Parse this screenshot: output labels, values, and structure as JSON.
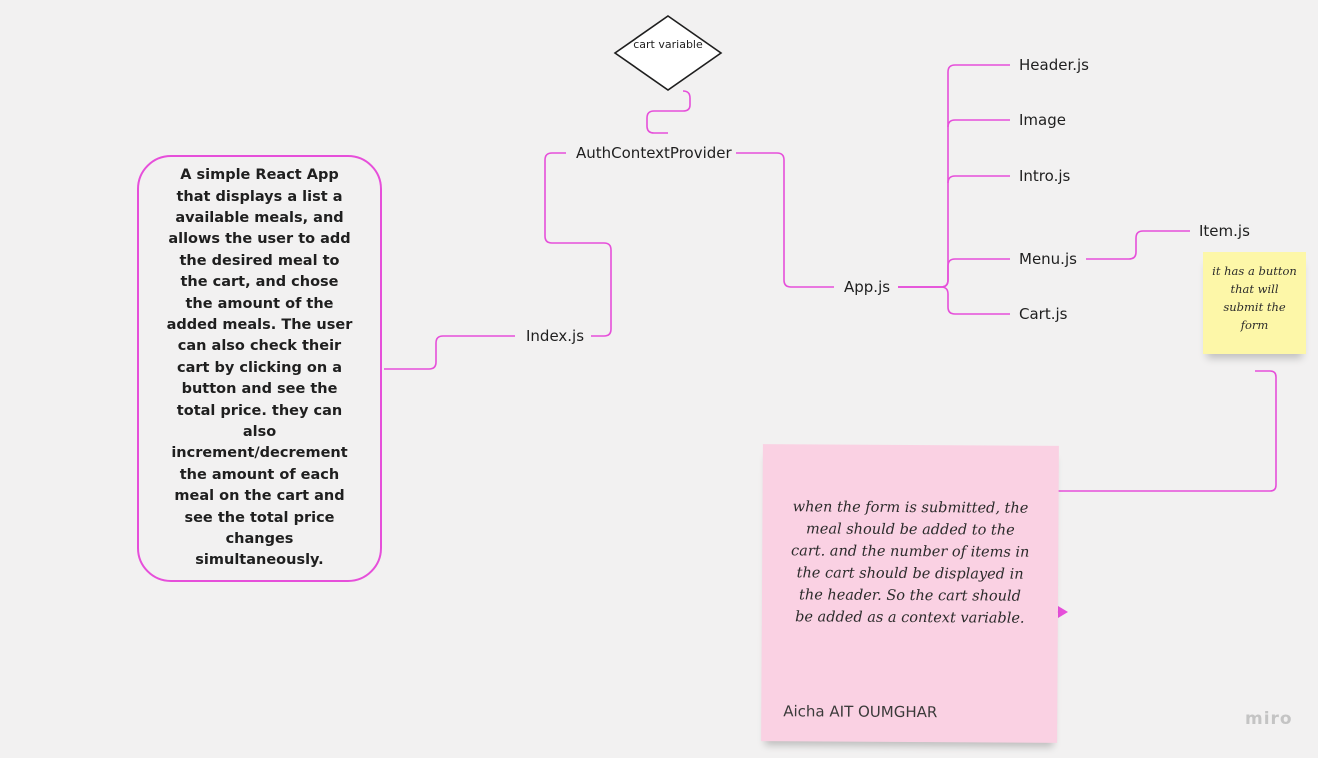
{
  "diagram": {
    "connector_color": "#e64fda",
    "description": "A simple React App that displays a list a available meals, and allows the user to add the desired meal to the cart, and chose the amount of the added meals. The user can also check their cart by clicking on a button and see the total price. they can also increment/decrement the amount of each meal on the cart and see the total price changes simultaneously.",
    "nodes": {
      "index": "Index.js",
      "auth_provider": "AuthContextProvider",
      "app": "App.js",
      "header": "Header.js",
      "image": "Image",
      "intro": "Intro.js",
      "menu": "Menu.js",
      "cart": "Cart.js",
      "item": "Item.js"
    },
    "cart_variable": "cart variable",
    "notes": {
      "yellow": {
        "text": "it has a button that will submit the form",
        "color": "#fdf7a8"
      },
      "pink": {
        "text": "when the form is submitted, the meal should be added to the cart. and the number of items in the cart should be displayed in the header. So the cart should be added as a context variable.",
        "author": "Aicha AIT OUMGHAR",
        "color": "#fad1e3"
      }
    }
  },
  "watermark": "miro"
}
